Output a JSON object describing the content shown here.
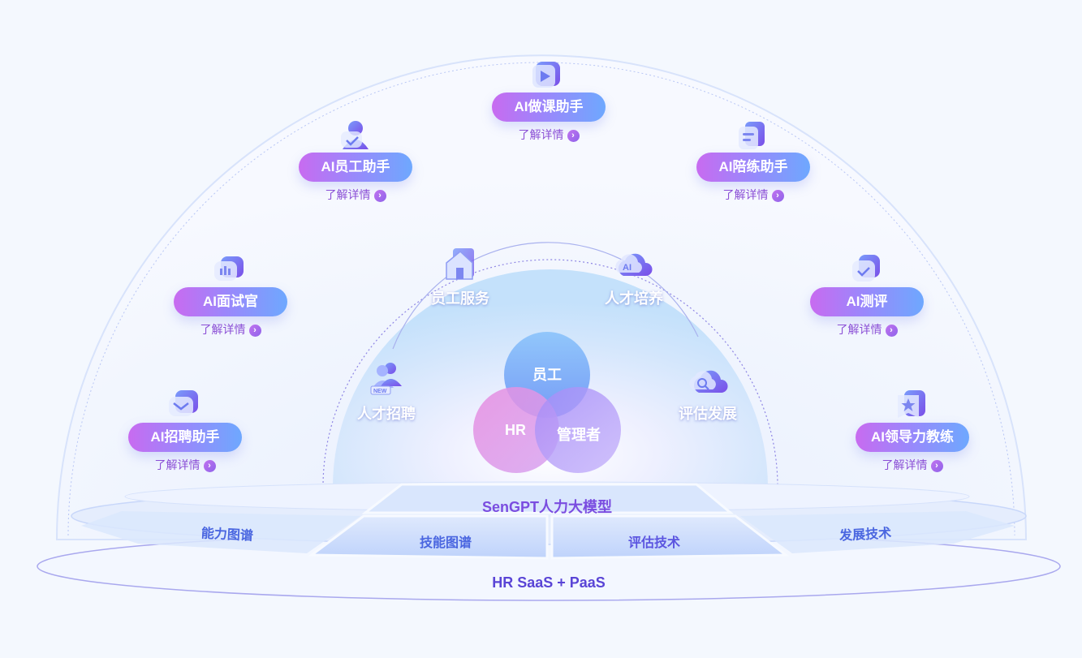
{
  "assistants": [
    {
      "id": "course",
      "label": "AI做课助手",
      "more": "了解详情",
      "icon": "play-icon"
    },
    {
      "id": "employee",
      "label": "AI员工助手",
      "more": "了解详情",
      "icon": "person-icon"
    },
    {
      "id": "sparring",
      "label": "AI陪练助手",
      "more": "了解详情",
      "icon": "document-icon"
    },
    {
      "id": "interviewer",
      "label": "AI面试官",
      "more": "了解详情",
      "icon": "chat-bars-icon"
    },
    {
      "id": "assessment",
      "label": "AI测评",
      "more": "了解详情",
      "icon": "check-icon"
    },
    {
      "id": "recruit",
      "label": "AI招聘助手",
      "more": "了解详情",
      "icon": "mail-icon"
    },
    {
      "id": "leadership",
      "label": "AI领导力教练",
      "more": "了解详情",
      "icon": "star-badge-icon"
    }
  ],
  "categories": [
    {
      "id": "employee_service",
      "label": "员工服务",
      "icon": "house-icon"
    },
    {
      "id": "talent_training",
      "label": "人才培养",
      "icon": "ai-cloud-icon"
    },
    {
      "id": "talent_recruit",
      "label": "人才招聘",
      "icon": "new-people-icon"
    },
    {
      "id": "evaluation",
      "label": "评估发展",
      "icon": "search-cloud-icon"
    }
  ],
  "venn": {
    "top": "员工",
    "left": "HR",
    "right": "管理者"
  },
  "model_layer": {
    "title": "SenGPT人力大模型",
    "items": [
      "能力图谱",
      "技能图谱",
      "评估技术",
      "发展技术"
    ]
  },
  "foundation": "HR SaaS + PaaS",
  "colors": {
    "accent_purple": "#8b4fd6",
    "accent_blue": "#6ea8fe",
    "base_text": "#4a66e0"
  }
}
